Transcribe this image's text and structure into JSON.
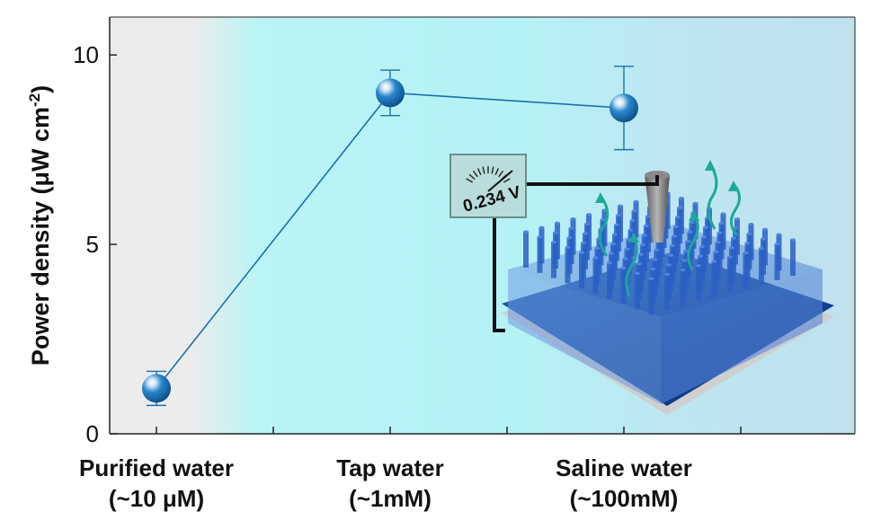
{
  "chart_data": {
    "type": "line",
    "categories": [
      [
        "Purified water",
        "(~10 μM)"
      ],
      [
        "Tap water",
        "(~1mM)"
      ],
      [
        "Saline water",
        "(~100mM)"
      ]
    ],
    "values": [
      1.2,
      9.0,
      8.6
    ],
    "errors": [
      0.45,
      0.6,
      1.1
    ],
    "ylabel_main": "Power density (μW cm",
    "ylabel_sup": "-2",
    "ylabel_close": ")",
    "yticks": [
      "0",
      "5",
      "10"
    ],
    "ylim": [
      0,
      11
    ],
    "grid": false,
    "colors": {
      "series": "#1c6fae",
      "marker": "#1f78bf",
      "left_band": "#ececec",
      "band_mid": "#b7f3f6",
      "band_right": "#bfe3ef"
    }
  },
  "inset": {
    "meter_reading": "0.234 V"
  }
}
